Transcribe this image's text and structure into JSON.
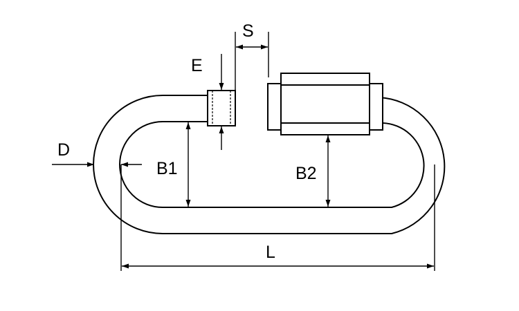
{
  "diagram": {
    "labels": {
      "s": "S",
      "e": "E",
      "d": "D",
      "b1": "B1",
      "b2": "B2",
      "l": "L"
    },
    "colors": {
      "stroke": "#000000",
      "background": "#ffffff"
    }
  }
}
